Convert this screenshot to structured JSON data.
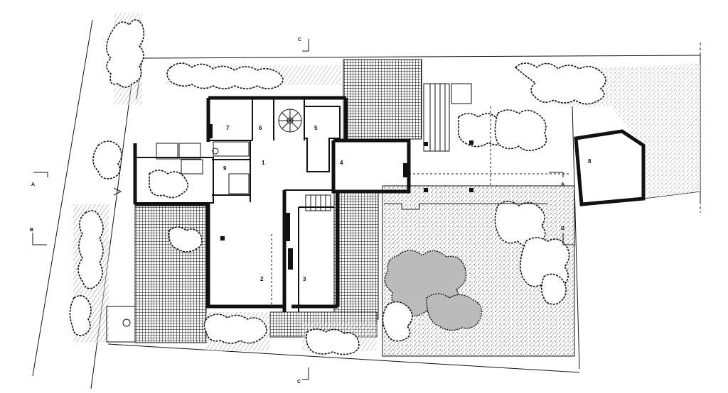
{
  "rooms": [
    {
      "id": "room-1",
      "label": "1"
    },
    {
      "id": "room-2",
      "label": "2"
    },
    {
      "id": "room-3",
      "label": "3"
    },
    {
      "id": "room-4",
      "label": "4"
    },
    {
      "id": "room-5",
      "label": "5"
    },
    {
      "id": "room-6",
      "label": "6"
    },
    {
      "id": "room-7",
      "label": "7"
    },
    {
      "id": "room-8",
      "label": "8"
    },
    {
      "id": "room-9",
      "label": "9"
    }
  ],
  "section_markers": {
    "a_left": "A",
    "a_right": "A",
    "b_left": "B",
    "b_right": "B",
    "c_top": "C",
    "c_bottom": "C"
  },
  "colors": {
    "ink": "#111111",
    "paper": "#ffffff",
    "paving": "#9a9a9a"
  }
}
